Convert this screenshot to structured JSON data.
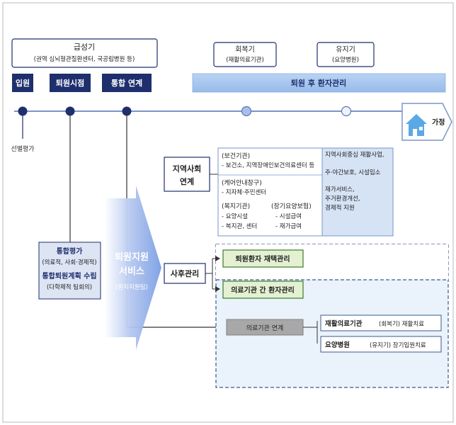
{
  "phases": {
    "acute": {
      "title": "급성기",
      "subtitle": "(권역 심뇌혈관질환센터, 국공립병원 등)"
    },
    "recovery": {
      "title": "회복기",
      "subtitle": "(재활의료기관)"
    },
    "maintenance": {
      "title": "유지기",
      "subtitle": "(요양병원)"
    }
  },
  "stages": {
    "admission": "입원",
    "discharge_point": "퇴원시점",
    "integrated_link": "통합 연계",
    "post_discharge": "퇴원 후 환자관리"
  },
  "timeline": {
    "screening": "선별평가",
    "home": "가정"
  },
  "assessment": {
    "title": "통합평가",
    "subtitle": "(의료적, 사회·경제적)",
    "plan_title": "통합퇴원계획 수립",
    "plan_subtitle": "(다학제적 팀회의)"
  },
  "support": {
    "line1": "퇴원지원",
    "line2": "서비스",
    "sub": "(환자지원팀)"
  },
  "community": {
    "label_line1": "지역사회",
    "label_line2": "연계",
    "health": {
      "title": "(보건기관)",
      "item": "- 보건소, 지역장애인보건의료센터 등"
    },
    "care": {
      "title": "(케어안내창구)",
      "item": "- 지자체·주민센터"
    },
    "welfare": {
      "title": "(복지기관)",
      "items": [
        "- 요양시설",
        "- 복지관, 센터"
      ]
    },
    "ltc": {
      "title": "(장기요양보험)",
      "items": [
        "- 시설급여",
        "- 재가급여"
      ]
    },
    "right": [
      "지역사회중심 재활사업,",
      "주·야간보호, 시설입소",
      "재가서비스,",
      "주거환경개선,",
      "경제적 지원"
    ]
  },
  "followup": {
    "label": "사후관리",
    "home_mgmt": "퇴원환자 재택관리",
    "inter_mgmt": "의료기관 간 환자관리",
    "link_label": "의료기관 연계",
    "rehab": {
      "name": "재활의료기관",
      "detail": "(회복기) 재활치료"
    },
    "nursing": {
      "name": "요양병원",
      "detail": "(유지기) 장기입원치료"
    }
  }
}
